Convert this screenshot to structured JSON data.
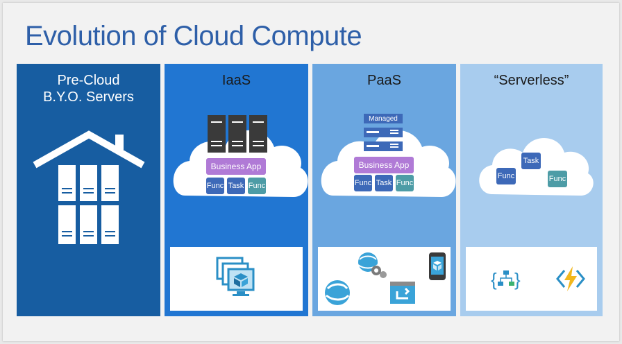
{
  "slide": {
    "title": "Evolution of Cloud Compute",
    "colors": {
      "precloud": "#175da1",
      "iaas": "#2176d2",
      "paas": "#6aa6e0",
      "serverless": "#a8ccee",
      "title": "#2e5fa8",
      "tile_blue": "#3d69b8",
      "tile_teal": "#4d9ca6",
      "app_purple": "#b07ad6"
    },
    "columns": [
      {
        "title_lines": [
          "Pre-Cloud",
          "B.Y.O. Servers"
        ],
        "icon": "house-servers-icon"
      },
      {
        "title": "IaaS",
        "business_app": "Business App",
        "tiles": [
          "Func",
          "Task",
          "Func"
        ],
        "bottom_icons": [
          "virtual-machines-icon"
        ]
      },
      {
        "title": "PaaS",
        "managed_label": "Managed",
        "business_app": "Business App",
        "tiles": [
          "Func",
          "Task",
          "Func"
        ],
        "bottom_icons": [
          "web-app-icon",
          "mobile-app-icon",
          "app-service-icon",
          "cloud-service-icon"
        ]
      },
      {
        "title": "“Serverless”",
        "tiles": [
          "Func",
          "Task",
          "Func"
        ],
        "bottom_icons": [
          "logic-apps-icon",
          "azure-functions-icon"
        ]
      }
    ]
  }
}
